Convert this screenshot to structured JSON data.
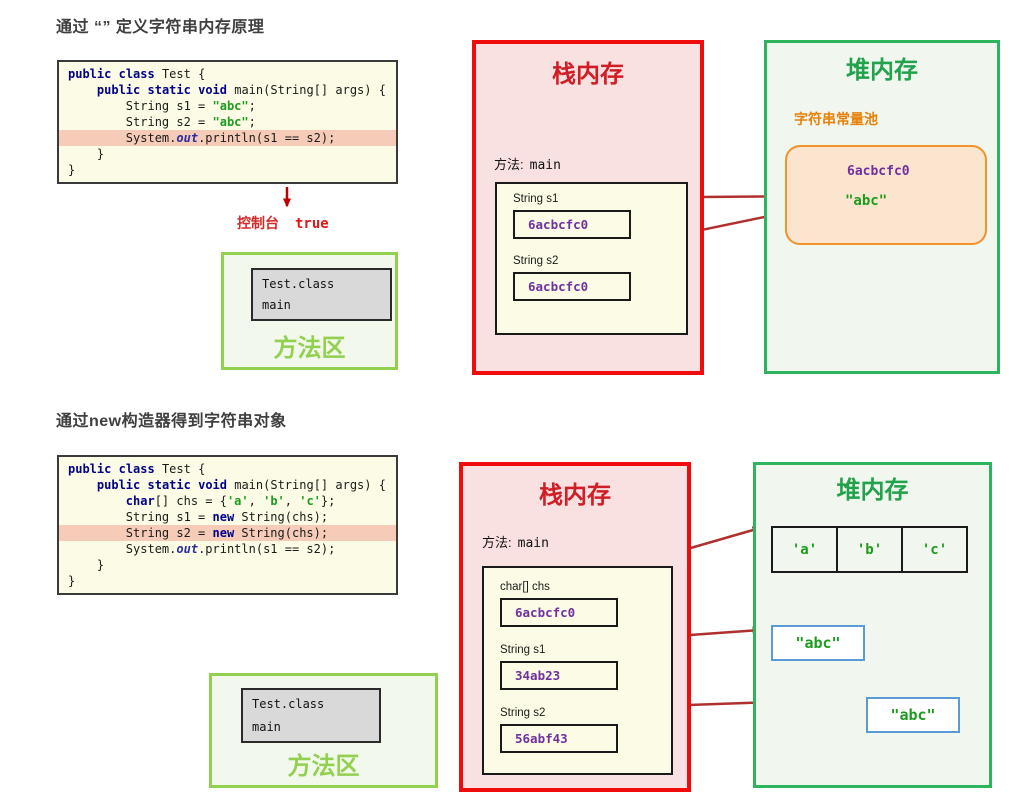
{
  "sections": [
    {
      "title": "通过 “” 定义字符串内存原理",
      "code_lines": [
        {
          "t": [
            {
              "s": "public",
              "c": "kw"
            },
            {
              "s": " "
            },
            {
              "s": "class",
              "c": "kw"
            },
            {
              "s": " Test {"
            }
          ]
        },
        {
          "t": [
            {
              "s": "    "
            },
            {
              "s": "public",
              "c": "kw"
            },
            {
              "s": " "
            },
            {
              "s": "static",
              "c": "kw"
            },
            {
              "s": " "
            },
            {
              "s": "void",
              "c": "kw"
            },
            {
              "s": " main(String[] args) {"
            }
          ]
        },
        {
          "t": [
            {
              "s": "        String s1 = "
            },
            {
              "s": "\"abc\"",
              "c": "str"
            },
            {
              "s": ";"
            }
          ]
        },
        {
          "t": [
            {
              "s": "        String s2 = "
            },
            {
              "s": "\"abc\"",
              "c": "str"
            },
            {
              "s": ";"
            }
          ]
        },
        {
          "hl": true,
          "t": [
            {
              "s": "        System."
            },
            {
              "s": "out",
              "c": "out"
            },
            {
              "s": ".println(s1 == s2);"
            }
          ]
        },
        {
          "t": [
            {
              "s": "    }"
            }
          ]
        },
        {
          "t": [
            {
              "s": "}"
            }
          ]
        }
      ],
      "console": {
        "label": "控制台",
        "value": "true"
      },
      "method_area": {
        "class_file": "Test.class",
        "method": "main",
        "label": "方法区"
      },
      "stack": {
        "title": "栈内存",
        "method_prefix": "方法:",
        "method_name": "main",
        "vars": [
          {
            "name": "String s1",
            "value": "6acbcfc0"
          },
          {
            "name": "String s2",
            "value": "6acbcfc0"
          }
        ]
      },
      "heap": {
        "title": "堆内存",
        "pool_label": "字符串常量池",
        "pool_address": "6acbcfc0",
        "pool_value": "\"abc\""
      }
    },
    {
      "title": "通过new构造器得到字符串对象",
      "code_lines": [
        {
          "t": [
            {
              "s": "public",
              "c": "kw"
            },
            {
              "s": " "
            },
            {
              "s": "class",
              "c": "kw"
            },
            {
              "s": " Test {"
            }
          ]
        },
        {
          "t": [
            {
              "s": "    "
            },
            {
              "s": "public",
              "c": "kw"
            },
            {
              "s": " "
            },
            {
              "s": "static",
              "c": "kw"
            },
            {
              "s": " "
            },
            {
              "s": "void",
              "c": "kw"
            },
            {
              "s": " main(String[] args) {"
            }
          ]
        },
        {
          "t": [
            {
              "s": "        "
            },
            {
              "s": "char",
              "c": "kw"
            },
            {
              "s": "[] chs = {"
            },
            {
              "s": "'a'",
              "c": "str"
            },
            {
              "s": ", "
            },
            {
              "s": "'b'",
              "c": "str"
            },
            {
              "s": ", "
            },
            {
              "s": "'c'",
              "c": "str"
            },
            {
              "s": "};"
            }
          ]
        },
        {
          "t": [
            {
              "s": "        String s1 = "
            },
            {
              "s": "new",
              "c": "kw"
            },
            {
              "s": " String(chs);"
            }
          ]
        },
        {
          "hl": true,
          "t": [
            {
              "s": "        String s2 = "
            },
            {
              "s": "new",
              "c": "kw"
            },
            {
              "s": " String(chs);"
            }
          ]
        },
        {
          "t": [
            {
              "s": "        System."
            },
            {
              "s": "out",
              "c": "out"
            },
            {
              "s": ".println(s1 == s2);"
            }
          ]
        },
        {
          "t": [
            {
              "s": "    }"
            }
          ]
        },
        {
          "t": [
            {
              "s": "}"
            }
          ]
        }
      ],
      "method_area": {
        "class_file": "Test.class",
        "method": "main",
        "label": "方法区"
      },
      "stack": {
        "title": "栈内存",
        "method_prefix": "方法:",
        "method_name": "main",
        "vars": [
          {
            "name": "char[] chs",
            "value": "6acbcfc0"
          },
          {
            "name": "String s1",
            "value": "34ab23"
          },
          {
            "name": "String s2",
            "value": "56abf43"
          }
        ]
      },
      "heap": {
        "title": "堆内存",
        "array_cells": [
          "'a'",
          "'b'",
          "'c'"
        ],
        "string_objects": [
          "\"abc\"",
          "\"abc\""
        ]
      }
    }
  ],
  "colors": {
    "stack_border": "#F00C0C",
    "stack_bg": "#FAE1E1",
    "stack_title": "#D01E26",
    "heap_border": "#2DB55D",
    "heap_bg": "#F1F6EF",
    "heap_title": "#21A24B",
    "method_area_green": "#92D050",
    "pool_border": "#F0932B",
    "pool_bg": "#FCE5CE",
    "pool_label_orange": "#E8820C",
    "address_purple": "#7030A0",
    "string_green": "#1C9C1C",
    "keyword_blue": "#00008B",
    "highlight_salmon": "#F6CCB8",
    "arrow_dark_red": "#B03030",
    "arrow_bright_red": "#F02020",
    "string_obj_border": "#5B9BD5"
  }
}
